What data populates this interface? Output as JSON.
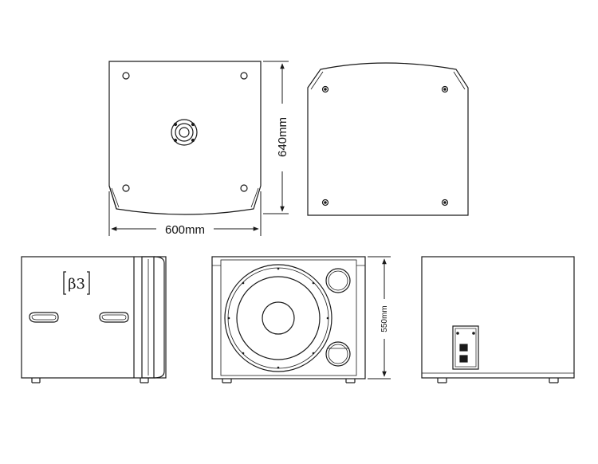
{
  "dimensions": {
    "width": "600mm",
    "depth": "640mm",
    "height": "550mm"
  },
  "logo": {
    "text": "β3"
  },
  "colors": {
    "line": "#1a1a1a",
    "background": "#ffffff"
  }
}
